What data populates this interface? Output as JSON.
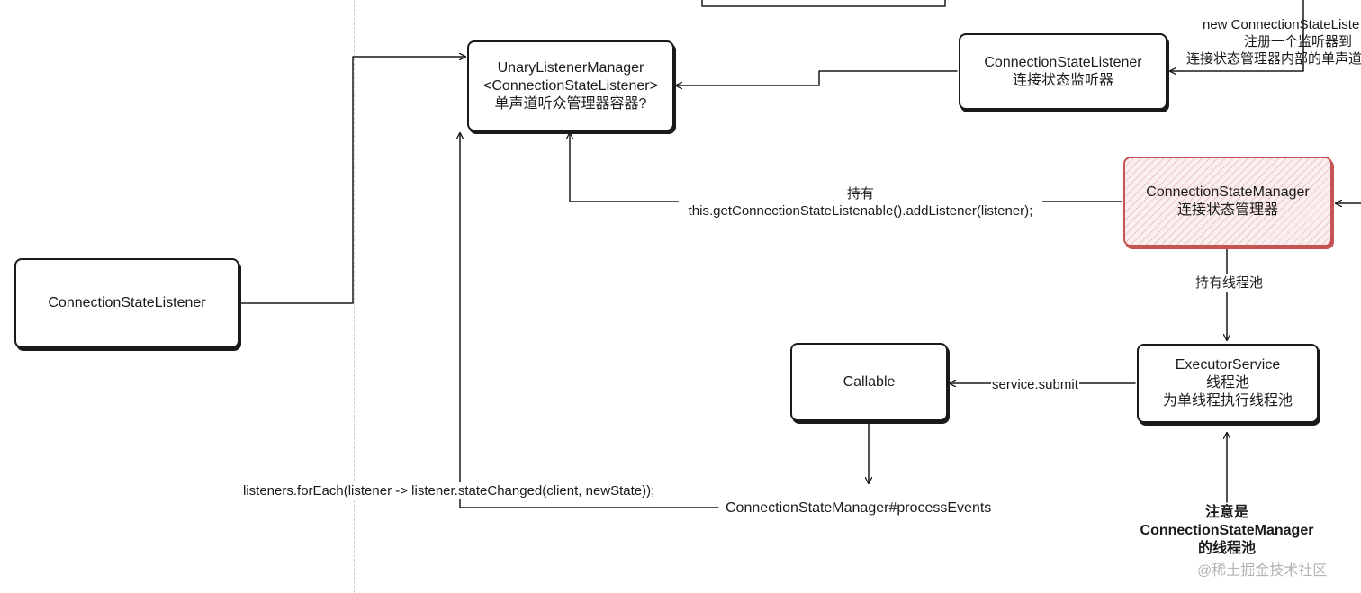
{
  "nodes": {
    "unary_manager": [
      "UnaryListenerManager",
      "<ConnectionStateListener>",
      "单声道听众管理器容器?"
    ],
    "csl_top": [
      "ConnectionStateListener",
      "连接状态监听器"
    ],
    "csm": [
      "ConnectionStateManager",
      "连接状态管理器"
    ],
    "csl_left": "ConnectionStateListener",
    "callable": "Callable",
    "executor": [
      "ExecutorService",
      "线程池",
      "为单线程执行线程池"
    ]
  },
  "labels": {
    "register": [
      "new ConnectionStateListe",
      "注册一个监听器到",
      "连接状态管理器内部的单声道"
    ],
    "holds": [
      "持有",
      "this.getConnectionStateListenable().addListener(listener);"
    ],
    "holds_pool": "持有线程池",
    "submit": "service.submit",
    "foreach": "listeners.forEach(listener -> listener.stateChanged(client, newState));",
    "process_events": "ConnectionStateManager#processEvents",
    "note": [
      "注意是",
      "ConnectionStateManager",
      "的线程池"
    ],
    "watermark": "@稀土掘金技术社区"
  },
  "colors": {
    "stroke": "#1a1a1a",
    "highlight": "#c55454",
    "watermark": "#b3b3b3"
  }
}
